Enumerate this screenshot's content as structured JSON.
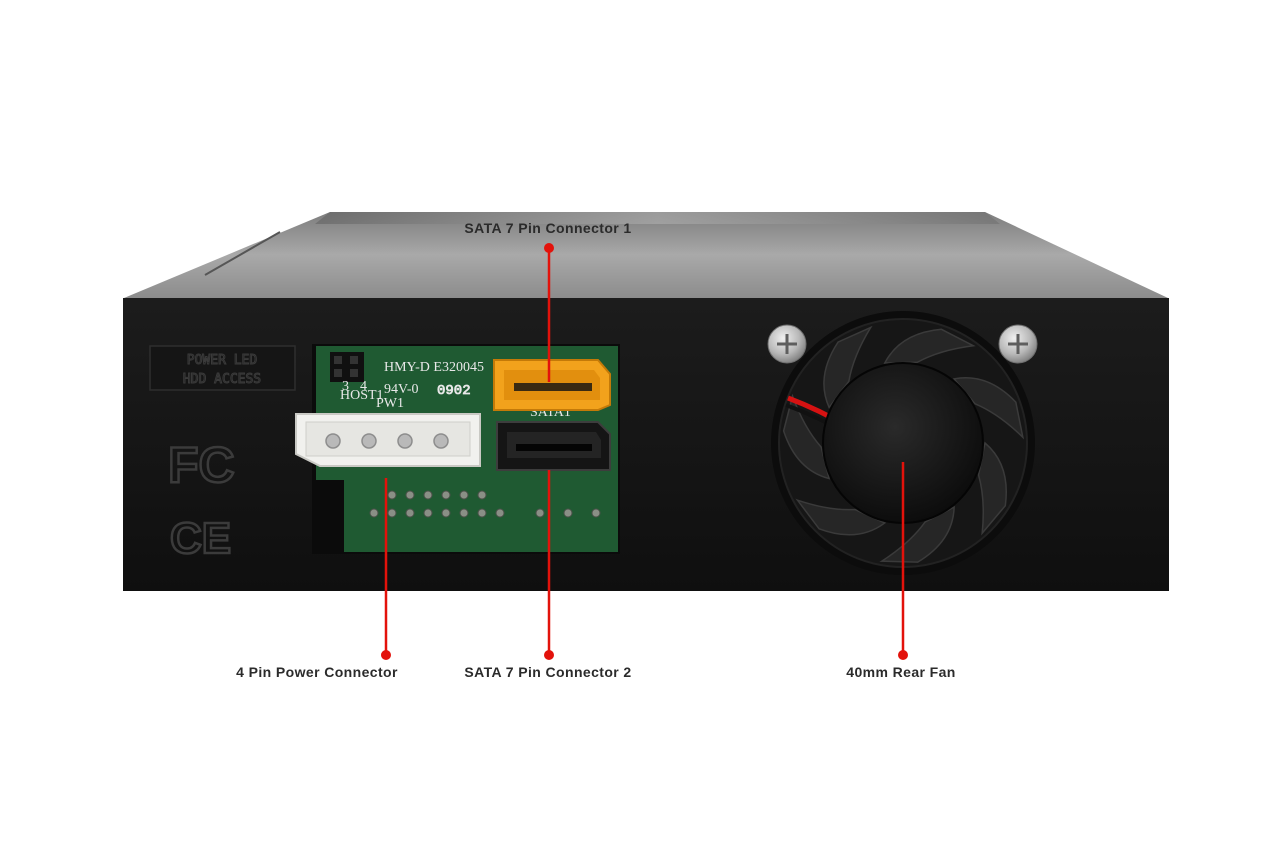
{
  "callouts": {
    "sata1": {
      "label": "SATA 7 Pin Connector 1"
    },
    "power": {
      "label": "4 Pin Power Connector"
    },
    "sata2": {
      "label": "SATA 7 Pin Connector 2"
    },
    "fan": {
      "label": "40mm Rear Fan"
    }
  },
  "device": {
    "pcb_marking_line1": "HMY-D E320045",
    "pcb_marking_line2_a": "94V-0",
    "pcb_marking_line2_b": "0902",
    "host_header_label": "HOST1",
    "host_pin_3": "3",
    "host_pin_4": "4",
    "power_label": "PW1",
    "sata_label": "SATA1",
    "led_label_line1": "POWER LED",
    "led_label_line2": "HDD ACCESS",
    "fcc_mark": "FC",
    "ce_mark": "CE"
  },
  "colors": {
    "callout_red": "#e3120b",
    "chassis": "#141414",
    "pcb_green": "#1f5a32",
    "sata1_orange": "#f2a21c",
    "molex_white": "#f1f1ee"
  }
}
